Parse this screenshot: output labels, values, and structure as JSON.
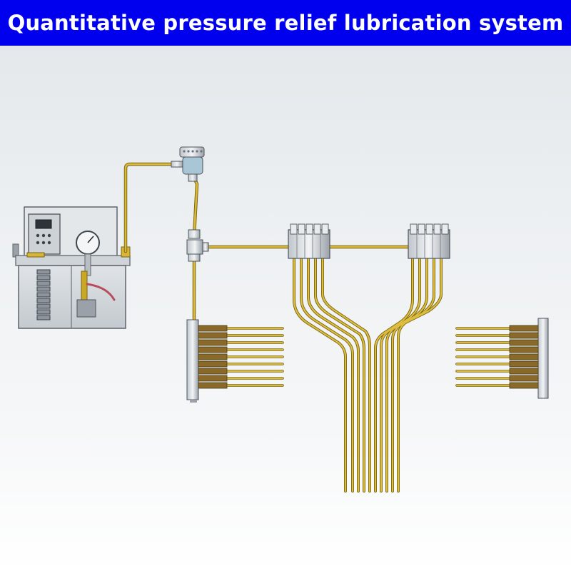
{
  "title": "Quantitative pressure relief lubrication system",
  "colors": {
    "banner": "#0000ee",
    "title_text": "#ffffff",
    "pipe": "#c9a826",
    "pipe_dark": "#7a6410",
    "metal": "#d8dce0",
    "metal_dark": "#8a9096"
  },
  "components": {
    "pump_unit": "lubrication-pump-unit",
    "pressure_switch": "pressure-switch",
    "tee_joint": "tee-joint",
    "left_manifold": "left-distributor-manifold",
    "center_left_block": "center-left-distributor-block",
    "center_right_block": "center-right-distributor-block",
    "right_manifold": "right-distributor-manifold"
  }
}
